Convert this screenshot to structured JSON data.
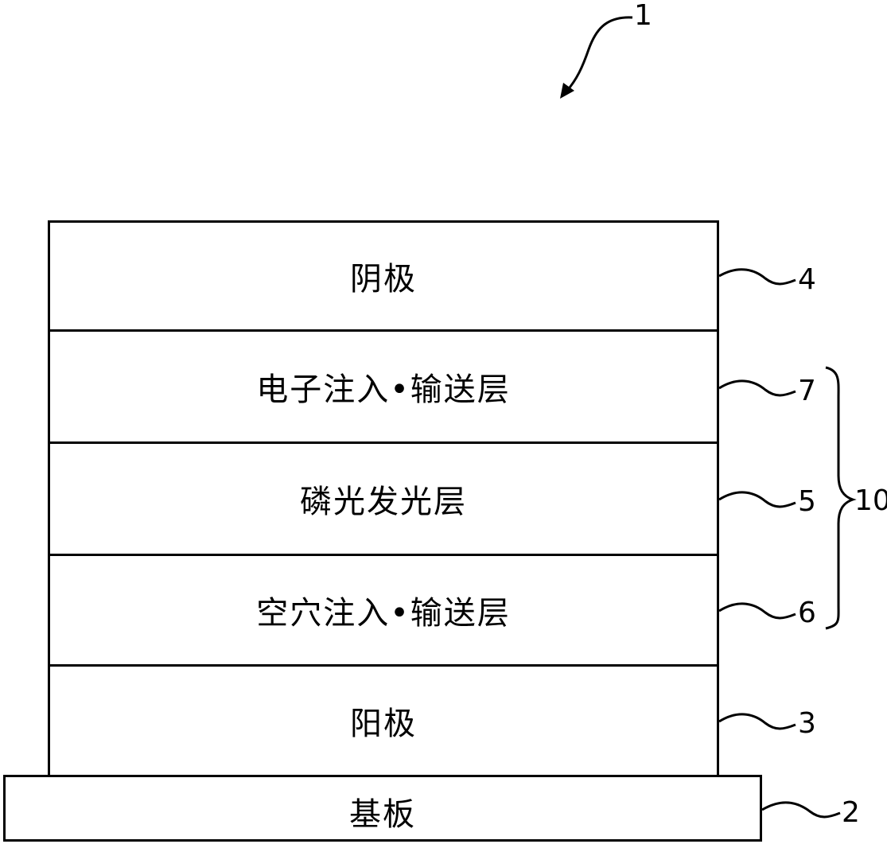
{
  "figure": {
    "ref_device": "1",
    "group_label": "10"
  },
  "layers": [
    {
      "key": "cathode",
      "label": "阴极",
      "ref": "4"
    },
    {
      "key": "electron_injection_transport",
      "label": "电子注入•输送层",
      "ref": "7"
    },
    {
      "key": "phosphorescent_emission",
      "label": "磷光发光层",
      "ref": "5"
    },
    {
      "key": "hole_injection_transport",
      "label": "空穴注入•输送层",
      "ref": "6"
    },
    {
      "key": "anode",
      "label": "阳极",
      "ref": "3"
    },
    {
      "key": "substrate",
      "label": "基板",
      "ref": "2"
    }
  ]
}
